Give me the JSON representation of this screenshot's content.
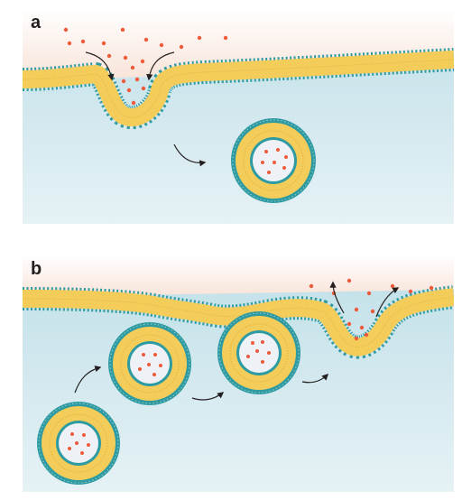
{
  "figure": {
    "panels": [
      {
        "id": "a",
        "label": "a",
        "process": "endocytosis"
      },
      {
        "id": "b",
        "label": "b",
        "process": "exocytosis"
      }
    ],
    "colors": {
      "outside": "#fbece4",
      "cytoplasm": "#d3e8ee",
      "lipid_head": "#2e9aa1",
      "lipid_tail": "#f3cc5a",
      "cargo": "#ee5a3a",
      "vesicle_lumen": "#eef2f6",
      "arrow": "#231f20"
    }
  }
}
